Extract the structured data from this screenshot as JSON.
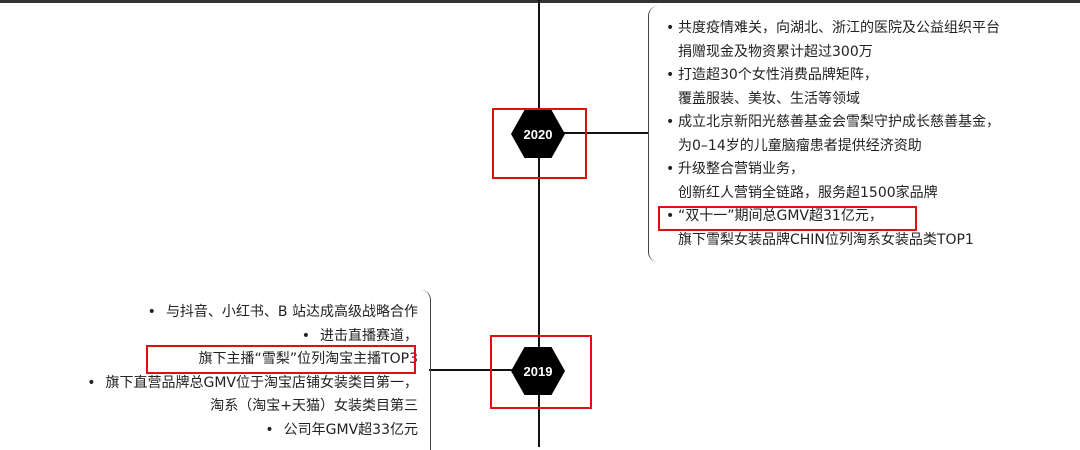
{
  "timeline": {
    "nodes": [
      {
        "year": "2020",
        "side": "right",
        "items": [
          {
            "lines": [
              "共度疫情难关，向湖北、浙江的医院及公益组织平台",
              "捐赠现金及物资累计超过300万"
            ]
          },
          {
            "lines": [
              "打造超30个女性消费品牌矩阵，",
              "覆盖服装、美妆、生活等领域"
            ]
          },
          {
            "lines": [
              "成立北京新阳光慈善基金会雪梨守护成长慈善基金，",
              "为0–14岁的儿童脑瘤患者提供经济资助"
            ]
          },
          {
            "lines": [
              "升级整合营销业务，",
              "创新红人营销全链路，服务超1500家品牌"
            ]
          },
          {
            "lines": [
              "“双十一”期间总GMV超31亿元，",
              "旗下雪梨女装品牌CHIN位列淘系女装品类TOP1"
            ],
            "highlighted_line": 0
          }
        ]
      },
      {
        "year": "2019",
        "side": "left",
        "items": [
          {
            "lines": [
              "与抖音、小红书、B 站达成高级战略合作"
            ]
          },
          {
            "lines": [
              "进击直播赛道，",
              "旗下主播“雪梨”位列淘宝主播TOP3"
            ],
            "highlighted_line": 1
          },
          {
            "lines": [
              "旗下直营品牌总GMV位于淘宝店铺女装类目第一，",
              "淘系（淘宝+天猫）女装类目第三"
            ]
          },
          {
            "lines": [
              "公司年GMV超33亿元"
            ]
          }
        ]
      }
    ]
  },
  "colors": {
    "highlight": "#e01010",
    "node_fill": "#000000",
    "line": "#111111"
  }
}
